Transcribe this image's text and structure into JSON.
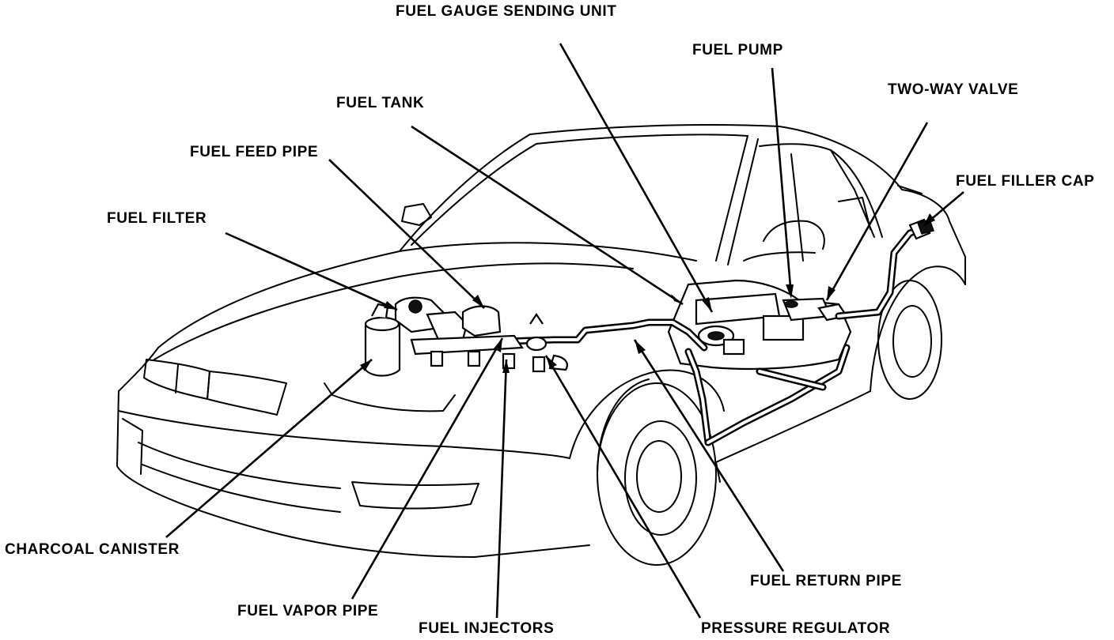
{
  "labels": {
    "fuel_gauge_sending_unit": "FUEL GAUGE SENDING UNIT",
    "fuel_pump": "FUEL PUMP",
    "two_way_valve": "TWO-WAY VALVE",
    "fuel_tank": "FUEL TANK",
    "fuel_filler_cap": "FUEL FILLER CAP",
    "fuel_feed_pipe": "FUEL FEED PIPE",
    "fuel_filter": "FUEL FILTER",
    "charcoal_canister": "CHARCOAL CANISTER",
    "fuel_return_pipe": "FUEL RETURN PIPE",
    "fuel_vapor_pipe": "FUEL VAPOR PIPE",
    "fuel_injectors": "FUEL INJECTORS",
    "pressure_regulator": "PRESSURE REGULATOR"
  }
}
